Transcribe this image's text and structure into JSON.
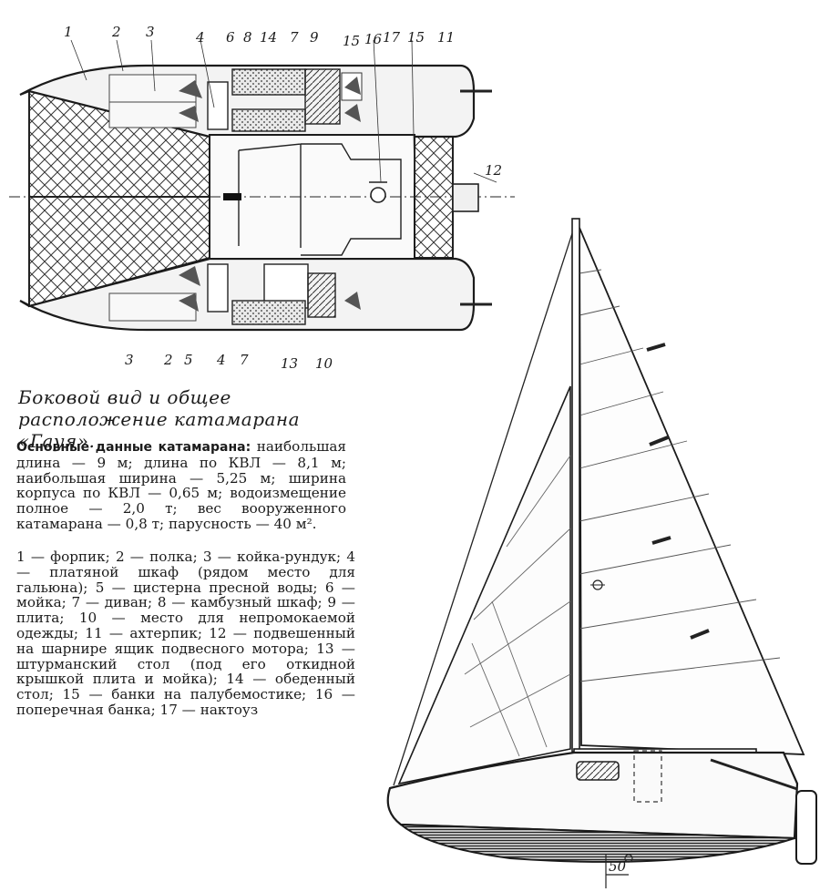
{
  "callouts_top": [
    "1",
    "2",
    "3",
    "4",
    "6",
    "8",
    "14",
    "7",
    "9",
    "15",
    "16",
    "17",
    "15",
    "11"
  ],
  "callouts_bottom": [
    "3",
    "2",
    "5",
    "4",
    "7",
    "13",
    "10"
  ],
  "callout_right": "12",
  "scale_label": "50",
  "caption": "Боковой вид и общее расположение катамарана «Гауя».",
  "specs": {
    "lead": "Основные данные катамарана:",
    "text": "наибольшая длина — 9 м; длина по КВЛ — 8,1 м; наибольшая ширина — 5,25 м; ширина корпуса по КВЛ — 0,65 м; водоизмещение полное — 2,0 т; вес вооруженного катамарана — 0,8 т; парусность — 40 м²."
  },
  "legend": "1 — форпик; 2 — полка; 3 — койка-рундук; 4 — платяной шкаф (рядом место для гальюна); 5 — цистерна пресной воды; 6 — мойка; 7 — диван; 8 — камбузный шкаф; 9 — плита; 10 — место для непромокаемой одежды; 11 — ахтерпик; 12 — подвешенный на шарнире ящик подвесного мотора; 13 — штурманский стол (под его откидной крышкой плита и мойка); 14 — обеденный стол; 15 — банки на палубемостике; 16 — поперечная банка; 17 — нактоуз"
}
